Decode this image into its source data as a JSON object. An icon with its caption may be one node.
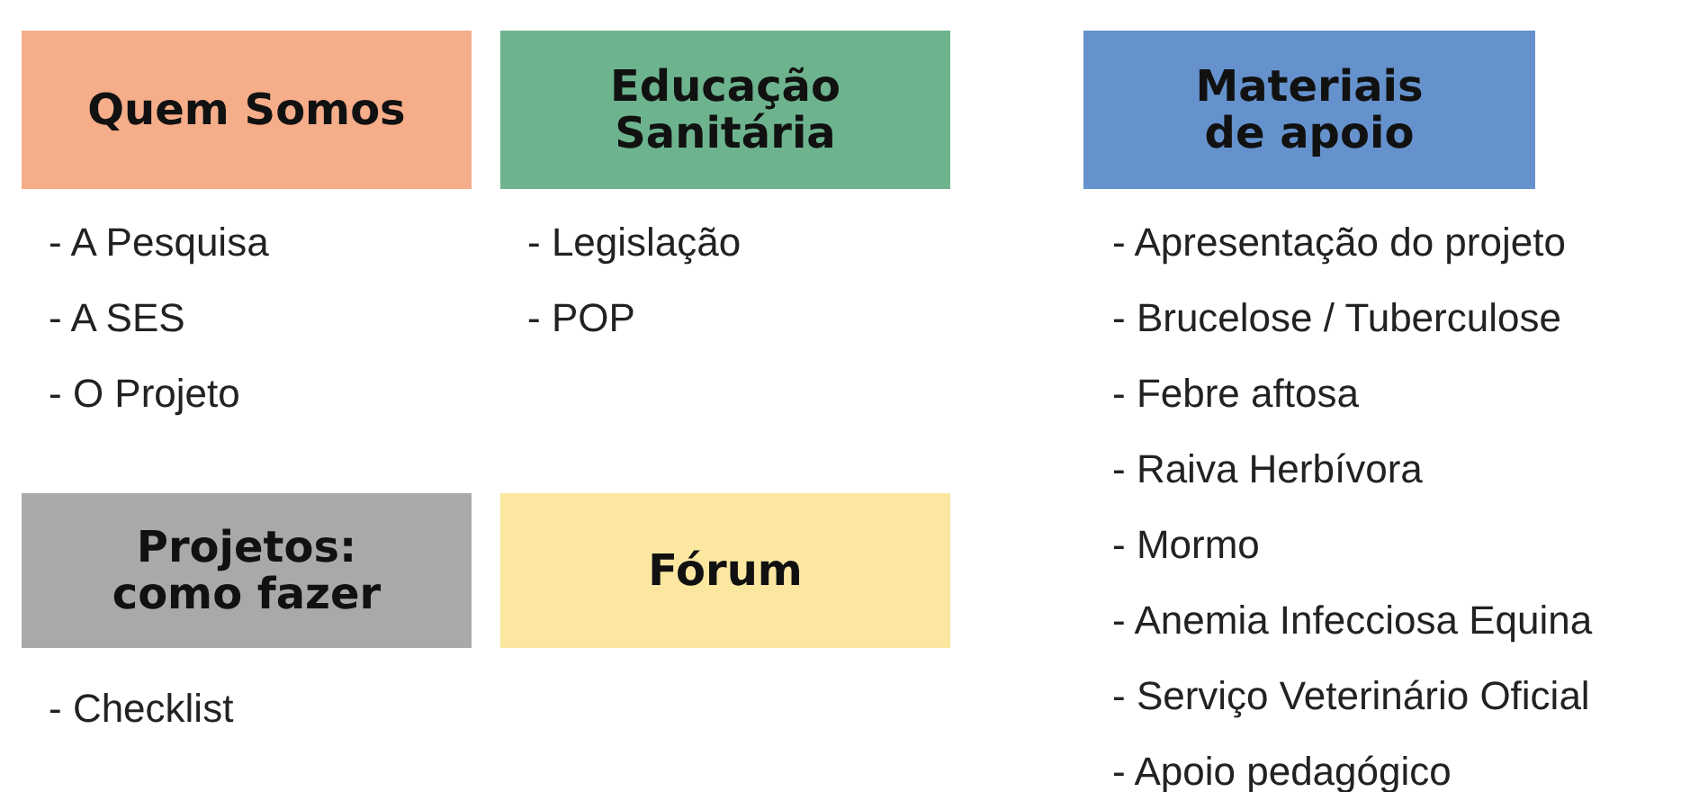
{
  "diagram": {
    "nodes": [
      {
        "text": [
          "Quem Somos"
        ],
        "beside": [
          "- A Pesquisa",
          "- A SES",
          "- O Projeto"
        ]
      },
      {
        "text": [
          "Educação Sanitária"
        ],
        "beside": [
          "- Legislação",
          "- POP"
        ]
      },
      {
        "text": [
          "Materiais de apoio"
        ],
        "beside": [
          "- Apresentação do projeto",
          "- Brucelose / Tuberculose",
          "- Febre aftosa",
          "- Raiva Herbívora",
          "- Mormo",
          "- Anemia Infecciosa Equina",
          "- Serviço Veterinário Oficial",
          "- Apoio pedagógico"
        ]
      },
      {
        "text": [
          "Projetos: como fazer"
        ],
        "beside": [
          "- Checklist"
        ]
      },
      {
        "text": [
          "Fórum"
        ]
      }
    ]
  }
}
